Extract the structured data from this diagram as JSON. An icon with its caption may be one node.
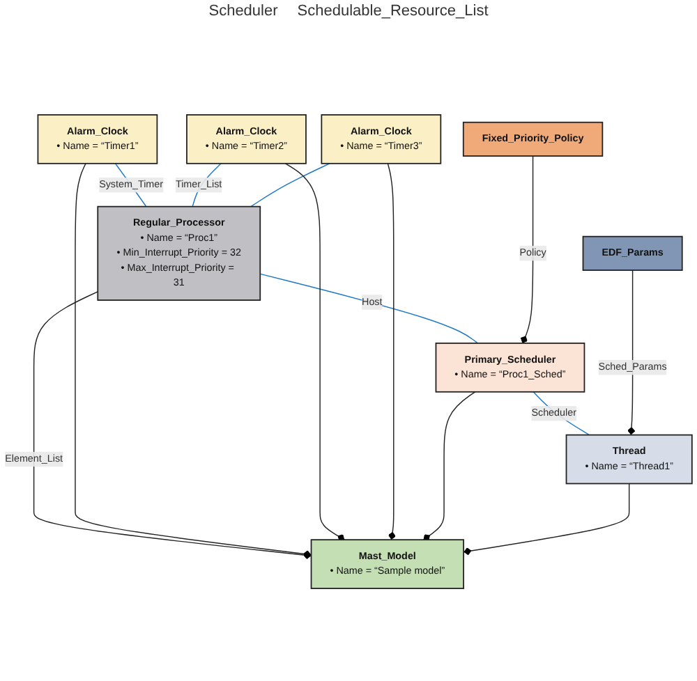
{
  "diagram": {
    "nodes": [
      {
        "text": [
          "Regular_Processor",
          "• Name = “Proc1”",
          "• Min_Interrupt_Priority = 32",
          "• Max_Interrupt_Priority = 31"
        ]
      },
      {
        "text": [
          "Alarm_Clock",
          "• Name = “Timer1”"
        ]
      },
      {
        "text": [
          "Primary_Scheduler",
          "• Name = “Proc1_Sched”"
        ]
      },
      {
        "text": [
          "Alarm_Clock",
          "• Name = “Timer2”"
        ]
      },
      {
        "text": [
          "Alarm_Clock",
          "• Name = “Timer3”"
        ]
      },
      {
        "text": [
          "Fixed_Priority_Policy"
        ]
      },
      {
        "text": [
          "Mast_Model",
          "• Name = “Sample model”"
        ]
      },
      {
        "text": [
          "EDF_Params"
        ]
      },
      {
        "text": [
          "Thread",
          "• Name = “Thread1”"
        ]
      }
    ],
    "edges": [
      {
        "from": 1,
        "to": 0,
        "arrow": "none",
        "label": "System_Timer",
        "color": "#1f78c8"
      },
      {
        "from": 3,
        "to": 0,
        "arrow": "none",
        "label": "Timer_List",
        "color": "#1f78c8"
      },
      {
        "from": 4,
        "to": 0,
        "arrow": "none",
        "color": "#1f78c8"
      },
      {
        "from": 0,
        "to": 2,
        "arrow": "none",
        "label": "Host",
        "color": "#1f78c8"
      },
      {
        "from": 2,
        "to": 8,
        "arrow": "none",
        "label": "Scheduler",
        "color": "#1f78c8"
      },
      {
        "from": 2,
        "to": 5,
        "arrow": "other",
        "label": "Policy"
      },
      {
        "from": 8,
        "to": 7,
        "arrow": "other",
        "label": "Sched_Params"
      },
      {
        "from": 6,
        "to": 0,
        "arrow": "other",
        "label": "Element_List"
      },
      {
        "from": 6,
        "to": 1,
        "arrow": "other"
      },
      {
        "from": 6,
        "to": 3,
        "arrow": "other"
      },
      {
        "from": 6,
        "to": 4,
        "arrow": "other"
      },
      {
        "from": 6,
        "to": 2,
        "arrow": "other"
      },
      {
        "from": 6,
        "to": 8,
        "arrow": "other"
      }
    ],
    "labels": [
      "Scheduler",
      "Schedulable_Resource_List"
    ]
  }
}
